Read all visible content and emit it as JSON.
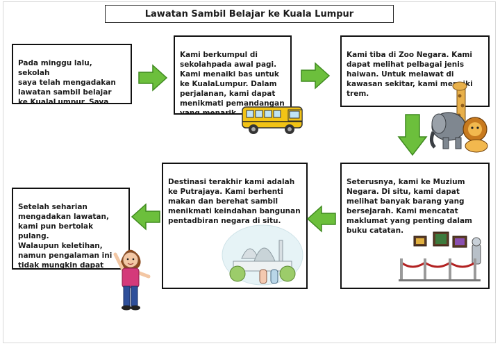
{
  "title": "Lawatan Sambil Belajar ke Kuala Lumpur",
  "steps": [
    {
      "text": "Pada minggu lalu, sekolah\nsaya telah mengadakan\nlawatan sambil belajar\nke KualaLumpur.  Saya\nberasa amat gembira."
    },
    {
      "text": "Kami berkumpul di\nsekolahpada awal pagi.\nKami menaiki bas untuk\nke KualaLumpur.  Dalam\nperjalanan, kami dapat\nmenikmati pemandangan\nyang menarik."
    },
    {
      "text": "Kami tiba di Zoo Negara.  Kami\ndapat melihat pelbagai jenis\nhaiwan.  Untuk melawat di\nkawasan sekitar, kami menaiki\ntrem."
    },
    {
      "text": "Seterusnya, kami ke Muzium\nNegara.  Di situ, kami dapat\nmelihat banyak barang yang\nbersejarah.  Kami mencatat\nmaklumat yang penting dalam\nbuku catatan."
    },
    {
      "text": "Destinasi terakhir kami adalah\nke Putrajaya.  Kami berhenti\nmakan dan berehat sambil\nmenikmati keindahan bangunan\npentadbiran negara di situ."
    },
    {
      "text": "Setelah seharian\nmengadakan lawatan,\nkami pun bertolak pulang.\nWalaupun keletihan,\nnamun pengalaman ini\ntidak mungkin dapat\ndilupakan."
    }
  ],
  "colors": {
    "arrow_fill": "#6cbf3c",
    "arrow_stroke": "#3f8a1f",
    "border": "#111111",
    "bus": "#f2c315"
  },
  "icons": [
    "school-bus-icon",
    "zoo-animals-icon",
    "museum-exhibit-icon",
    "putrajaya-mosque-icon",
    "girl-waving-icon"
  ]
}
